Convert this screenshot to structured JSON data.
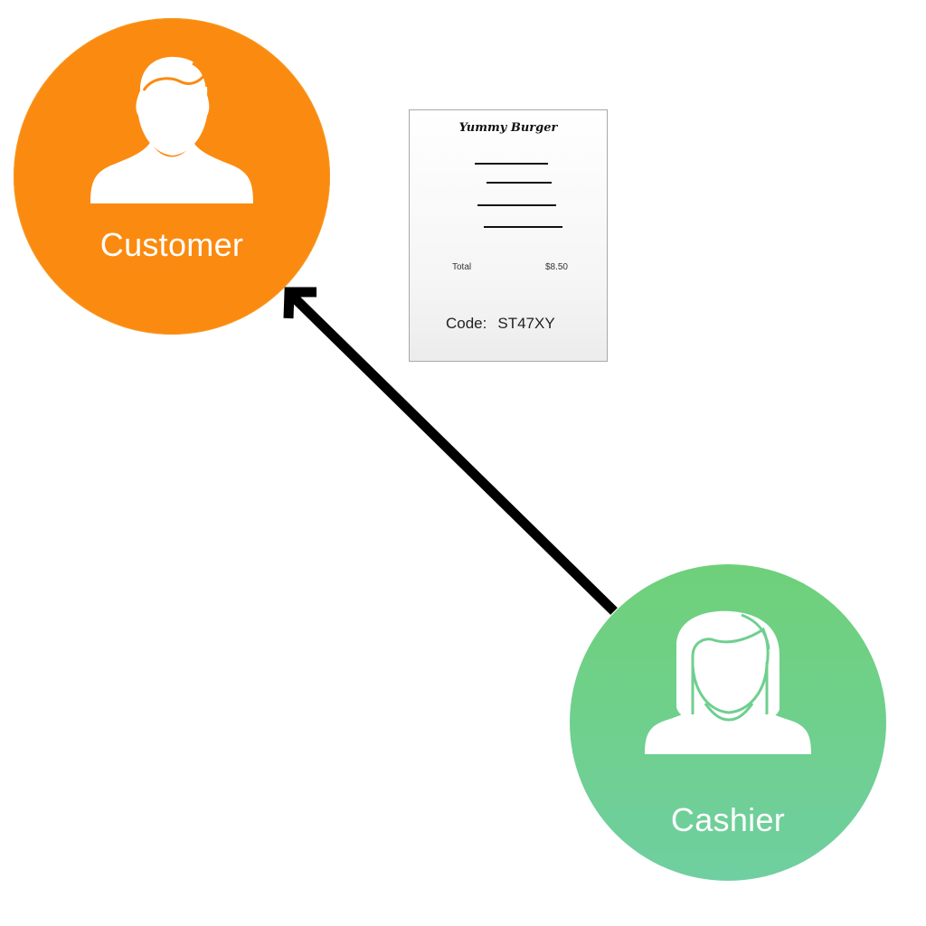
{
  "actors": {
    "customer": {
      "label": "Customer",
      "color": "#fb8a10",
      "icon": "male-person-icon"
    },
    "cashier": {
      "label": "Cashier",
      "color": "#6fd08c",
      "icon": "female-person-icon"
    }
  },
  "receipt": {
    "title": "Yummy Burger",
    "total_label": "Total",
    "total_value": "$8.50",
    "code_label": "Code:",
    "code_value": "ST47XY"
  },
  "flow": {
    "from": "cashier",
    "to": "customer",
    "arrow_color": "#000000"
  }
}
